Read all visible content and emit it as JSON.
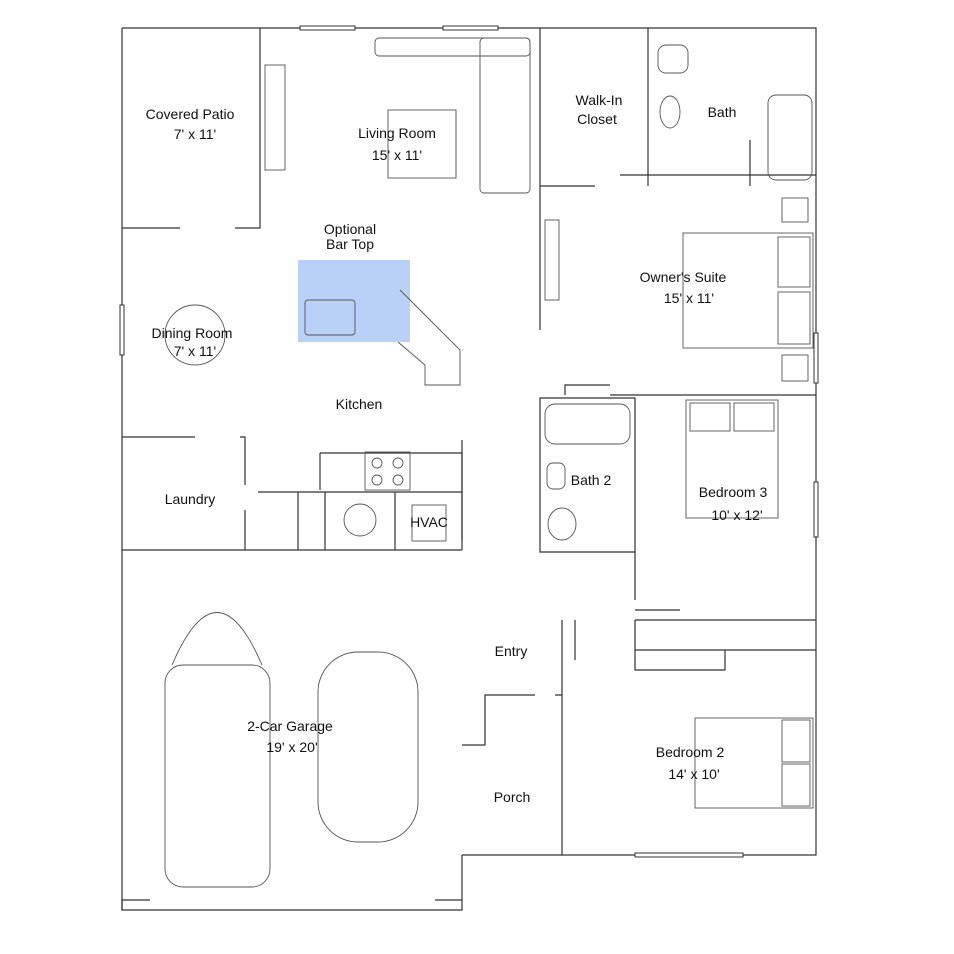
{
  "rooms": {
    "covered_patio": {
      "name": "Covered Patio",
      "size": "7' x 11'"
    },
    "living_room": {
      "name": "Living Room",
      "size": "15' x 11'"
    },
    "walk_in_closet": {
      "name_line1": "Walk-In",
      "name_line2": "Closet"
    },
    "bath": {
      "name": "Bath"
    },
    "bar_top": {
      "name_line1": "Optional",
      "name_line2": "Bar Top"
    },
    "owners_suite": {
      "name": "Owner's Suite",
      "size": "15' x 11'"
    },
    "dining_room": {
      "name": "Dining Room",
      "size": "7' x 11'"
    },
    "kitchen": {
      "name": "Kitchen"
    },
    "laundry": {
      "name": "Laundry"
    },
    "hvac": {
      "name": "HVAC"
    },
    "bath_2": {
      "name": "Bath 2"
    },
    "bedroom_3": {
      "name": "Bedroom 3",
      "size": "10' x 12'"
    },
    "entry": {
      "name": "Entry"
    },
    "garage": {
      "name": "2-Car Garage",
      "size": "19' x 20'"
    },
    "bedroom_2": {
      "name": "Bedroom 2",
      "size": "14' x 10'"
    },
    "porch": {
      "name": "Porch"
    }
  },
  "colors": {
    "highlight": "#b9d1f7",
    "wall": "#333333"
  }
}
